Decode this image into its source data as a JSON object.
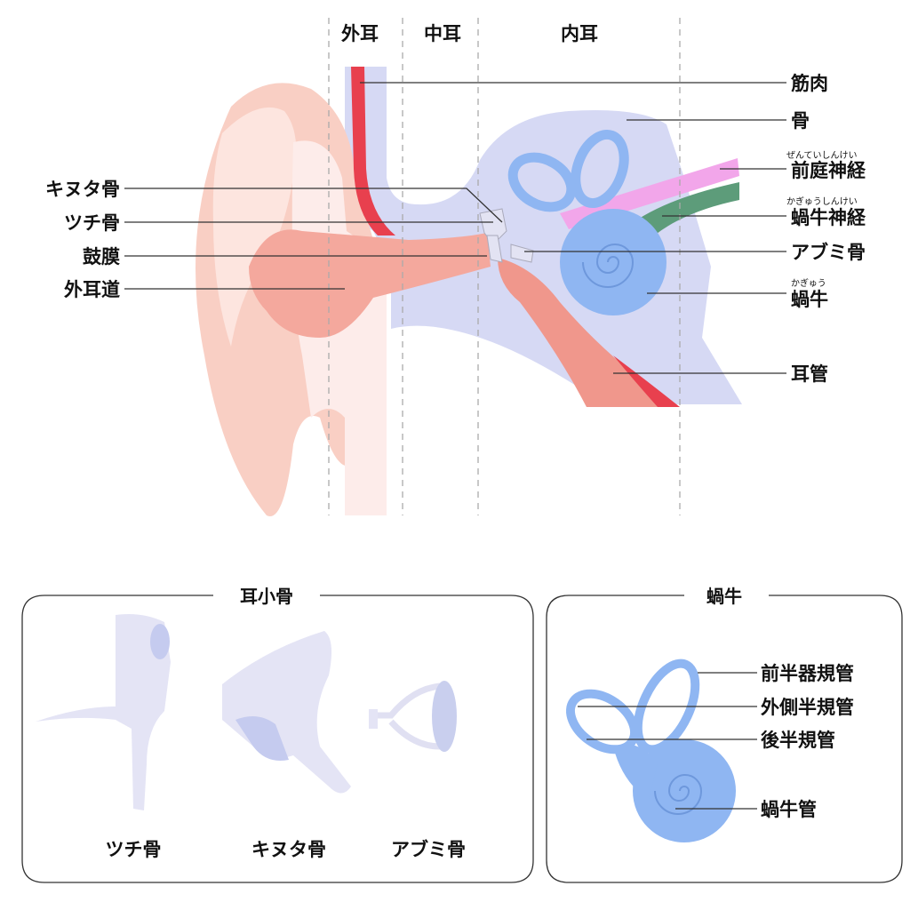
{
  "regions": [
    "外耳",
    "中耳",
    "内耳"
  ],
  "left_labels": [
    "キヌタ骨",
    "ツチ骨",
    "鼓膜",
    "外耳道"
  ],
  "right_labels": [
    {
      "text": "筋肉",
      "ruby": ""
    },
    {
      "text": "骨",
      "ruby": ""
    },
    {
      "text": "前庭神経",
      "ruby": "ぜんていしんけい"
    },
    {
      "text": "蝸牛神経",
      "ruby": "かぎゅうしんけい"
    },
    {
      "text": "アブミ骨",
      "ruby": ""
    },
    {
      "text": "蝸牛",
      "ruby": "かぎゅう"
    },
    {
      "text": "耳管",
      "ruby": ""
    }
  ],
  "ossicles_panel": {
    "title": "耳小骨",
    "items": [
      "ツチ骨",
      "キヌタ骨",
      "アブミ骨"
    ]
  },
  "cochlea_panel": {
    "title": "蝸牛",
    "labels": [
      "前半器規管",
      "外側半規管",
      "後半規管",
      "蝸牛管"
    ]
  },
  "colors": {
    "bone": "#d6d9f4",
    "cochlea": "#8fb6f2",
    "skin": "#f9c9bd",
    "canal": "#f2a195",
    "muscle": "#e8404e",
    "nerve_vestibular": "#f2a6ea",
    "nerve_cochlear": "#5d9c7a"
  }
}
